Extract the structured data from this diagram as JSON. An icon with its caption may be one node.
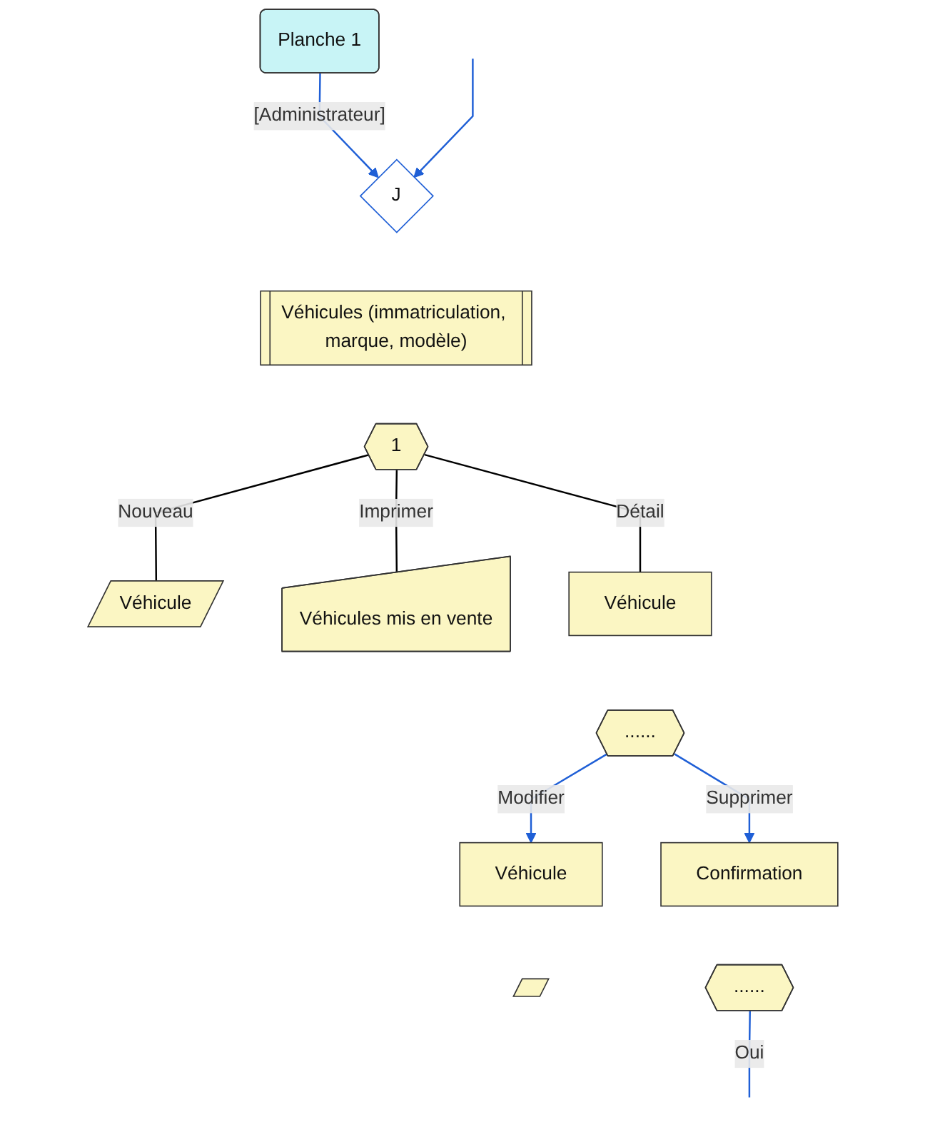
{
  "diagram": {
    "nodes": [
      {
        "text": [
          "Planche 1"
        ]
      },
      {
        "text": [
          "J"
        ]
      },
      {
        "text": [
          "Véhicules (immatriculation, marque, modèle)"
        ]
      },
      {
        "text": [
          "1"
        ]
      },
      {
        "text": [
          "Véhicule"
        ]
      },
      {
        "text": [
          "Véhicules mis en vente"
        ]
      },
      {
        "text": [
          "Véhicule"
        ]
      },
      {
        "text": [
          "......"
        ]
      },
      {
        "text": [
          "Véhicule"
        ]
      },
      {
        "text": [],
        "shape": "parallelogram"
      },
      {
        "text": [
          "Confirmation"
        ]
      },
      {
        "text": [
          "......"
        ]
      }
    ],
    "edges": [
      {
        "from": 0,
        "to": 1,
        "arrow": "to",
        "label": "[Administrateur]"
      },
      {
        "from": null,
        "to": 1,
        "arrow": "to"
      },
      {
        "from": 3,
        "to": 4,
        "arrow": "none",
        "label": "Nouveau",
        "color": "#000000"
      },
      {
        "from": 3,
        "to": 5,
        "arrow": "none",
        "label": "Imprimer",
        "color": "#000000"
      },
      {
        "from": 3,
        "to": 6,
        "arrow": "none",
        "label": "Détail",
        "color": "#000000"
      },
      {
        "from": 7,
        "to": 8,
        "arrow": "to",
        "label": "Modifier"
      },
      {
        "from": 7,
        "to": 10,
        "arrow": "to",
        "label": "Supprimer"
      },
      {
        "from": 11,
        "to": null,
        "arrow": "none",
        "label": "Oui"
      }
    ]
  }
}
